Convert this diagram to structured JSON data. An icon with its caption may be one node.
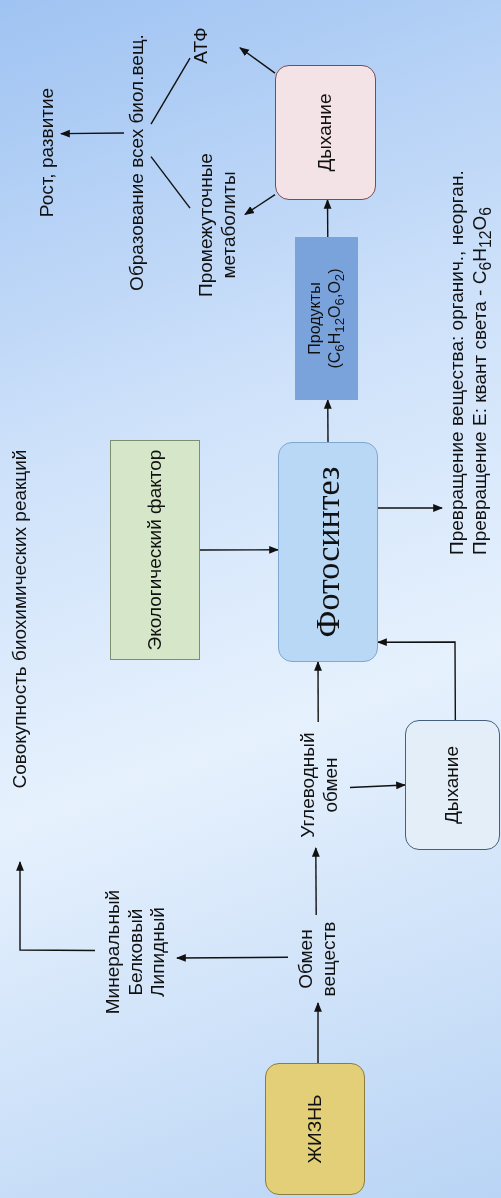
{
  "diagram": {
    "nodes": [
      {
        "text": [
          "ЖИЗНЬ"
        ]
      },
      {
        "text": [
          "Обмен веществ"
        ]
      },
      {
        "text": [
          "Минеральный Белковый Липидный"
        ]
      },
      {
        "text": [
          "Совокупность биохимических реакций"
        ]
      },
      {
        "text": [
          "Углеводный обмен"
        ]
      },
      {
        "text": [
          "Дыхание"
        ]
      },
      {
        "text": [
          "Экологический фактор"
        ]
      },
      {
        "text": [
          "Фотосинтез"
        ]
      },
      {
        "text": [
          "Превращение  вещества: органич., неорган.",
          "Превращение Е: квант света - C$_{6}$H$_{12}$O$_{6}$"
        ]
      },
      {
        "text": [
          "Продукты (C$_{6}$H$_{12}$O$_{6}$,O$_{2}$)"
        ]
      },
      {
        "text": [
          "Дыхание"
        ]
      },
      {
        "text": [
          "АТФ"
        ]
      },
      {
        "text": [
          "Промежуточные метаболиты"
        ]
      },
      {
        "text": [
          "Образование  всех биол.вещ."
        ]
      },
      {
        "text": [
          "Рост, развитие"
        ]
      }
    ],
    "edges": [
      {
        "from": 0,
        "to": 1,
        "arrow": "to"
      },
      {
        "from": 1,
        "to": 2,
        "arrow": "to"
      },
      {
        "from": 2,
        "to": 3,
        "arrow": "to"
      },
      {
        "from": 1,
        "to": 4,
        "arrow": "to"
      },
      {
        "from": 4,
        "to": 5,
        "arrow": "to"
      },
      {
        "from": 5,
        "to": 7,
        "arrow": "to"
      },
      {
        "from": 4,
        "to": 7,
        "arrow": "to"
      },
      {
        "from": 6,
        "to": 7,
        "arrow": "to"
      },
      {
        "from": 7,
        "to": 8,
        "arrow": "to"
      },
      {
        "from": 7,
        "to": 9,
        "arrow": "to"
      },
      {
        "from": 9,
        "to": 10,
        "arrow": "to"
      },
      {
        "from": 10,
        "to": 11,
        "arrow": "to"
      },
      {
        "from": 10,
        "to": 12,
        "arrow": "to"
      },
      {
        "from": 13,
        "to": 11,
        "arrow": "none"
      },
      {
        "from": 13,
        "to": 12,
        "arrow": "none"
      },
      {
        "from": 13,
        "to": 14,
        "arrow": "to"
      }
    ]
  }
}
